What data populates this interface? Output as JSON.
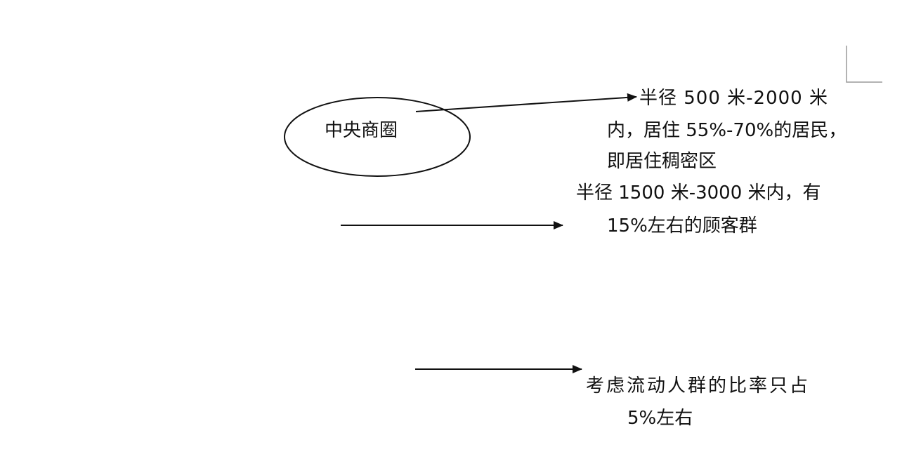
{
  "diagram": {
    "center_label": "中央商圈",
    "zone1": {
      "line1": "半径 500 米-2000 米",
      "line2": "内，居住 55%-70%的居民，",
      "line3": "即居住稠密区"
    },
    "zone2": {
      "line1": "半径 1500 米-3000 米内，有",
      "line2": "15%左右的顾客群"
    },
    "zone3": {
      "line1": "考虑流动人群的比率只占",
      "line2": "5%左右"
    }
  }
}
